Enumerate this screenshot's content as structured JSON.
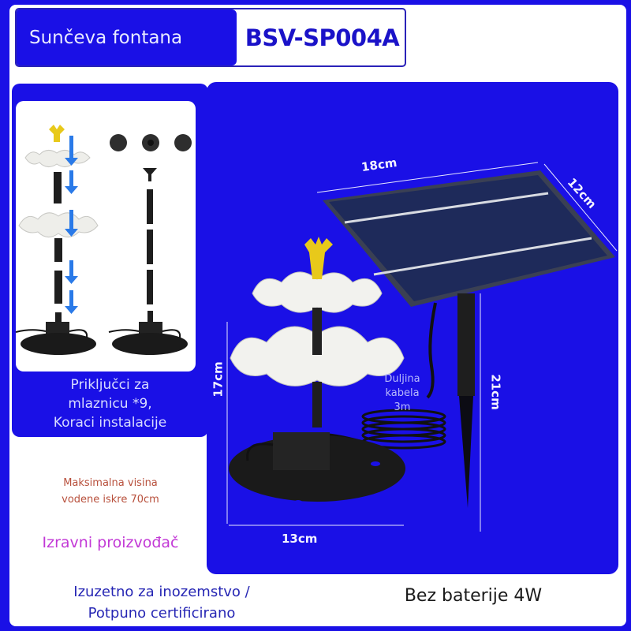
{
  "header": {
    "product_name": "Sunčeva fontana",
    "model": "BSV-SP004A"
  },
  "left_panel": {
    "caption_lines": [
      "Priključci za",
      "mlaznicu *9,",
      "Koraci instalacije"
    ],
    "illustrations": [
      "installation-steps",
      "nozzle-attachments"
    ]
  },
  "notes": {
    "max_height_line1": "Maksimalna visina",
    "max_height_line2": "vodene iskre 70cm",
    "manufacturer": "Izravni proizvođač",
    "export_line1": "Izuzetno za inozemstvo /",
    "export_line2": "Potpuno certificirano",
    "battery": "Bez baterije 4W"
  },
  "dimensions": {
    "panel_width": "18cm",
    "panel_height": "12cm",
    "fountain_height": "17cm",
    "base_width": "13cm",
    "stake_height": "21cm",
    "cable_label_lines": [
      "Duljina",
      "kabela",
      "3m"
    ]
  },
  "colors": {
    "brand_blue": "#1a10e6",
    "title_blue": "#1a12c8",
    "note_red": "#b8503c",
    "manufacturer_magenta": "#c238d6",
    "cert_blue": "#2626b4"
  }
}
